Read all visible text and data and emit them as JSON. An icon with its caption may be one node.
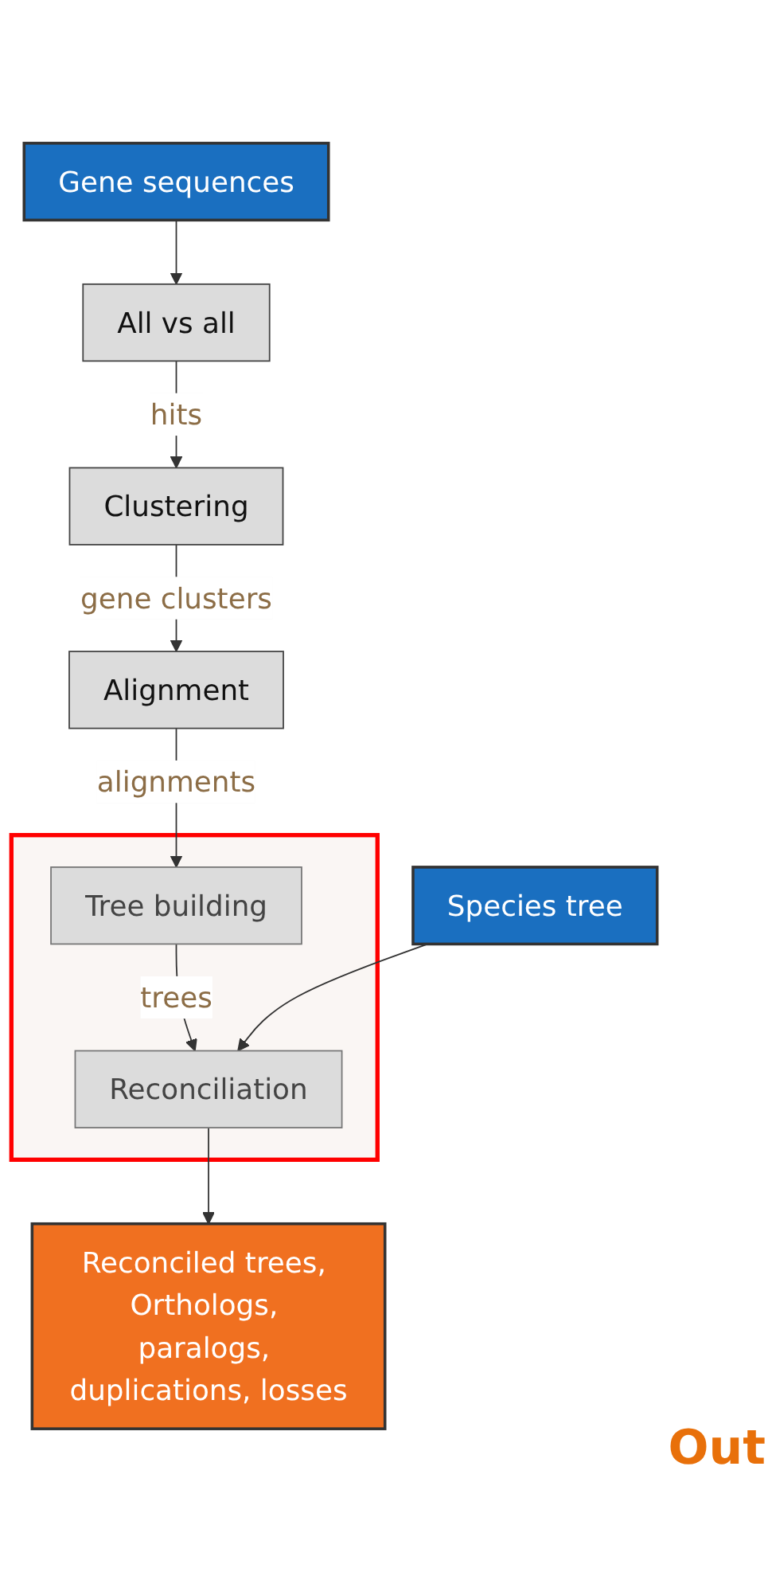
{
  "diagram": {
    "nodes": [
      {
        "text": [
          "Gene sequences"
        ]
      },
      {
        "text": [
          "Species tree"
        ]
      },
      {
        "text": [
          "All vs all"
        ]
      },
      {
        "text": [
          "Clustering"
        ]
      },
      {
        "text": [
          "Alignment"
        ]
      },
      {
        "text": [],
        "shape": "box"
      },
      {
        "text": [
          "Tree building"
        ],
        "in": 5
      },
      {
        "text": [
          "Reconciliation"
        ],
        "in": 5
      },
      {
        "text": [
          "Reconciled trees, Orthologs, paralogs, duplications, losses"
        ]
      }
    ],
    "edges": [
      {
        "from": 0,
        "to": 2,
        "arrow": "to"
      },
      {
        "from": 2,
        "to": 3,
        "arrow": "to",
        "label": "hits"
      },
      {
        "from": 3,
        "to": 4,
        "arrow": "to",
        "label": "gene clusters"
      },
      {
        "from": 4,
        "to": 6,
        "arrow": "to",
        "label": "alignments"
      },
      {
        "from": 6,
        "to": 7,
        "arrow": "to",
        "label": "trees"
      },
      {
        "from": 1,
        "to": 7,
        "arrow": "to"
      },
      {
        "from": 7,
        "to": 8,
        "arrow": "to"
      }
    ],
    "labels": [
      "Out"
    ]
  }
}
